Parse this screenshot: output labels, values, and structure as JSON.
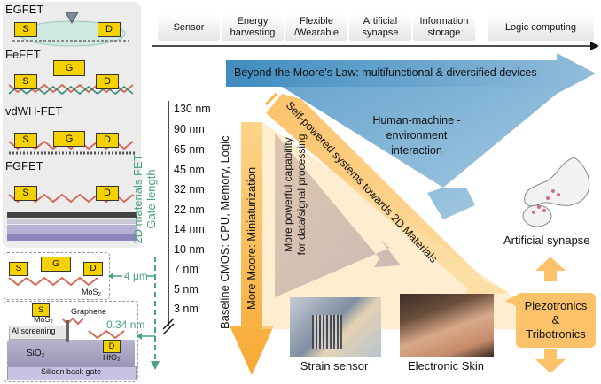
{
  "device_panel": {
    "devices": [
      "EGFET",
      "FeFET",
      "vdWH-FET",
      "FGFET"
    ],
    "terminals": {
      "source": "S",
      "drain": "D",
      "gate": "G"
    }
  },
  "cross_section": {
    "materials": {
      "mos2_top": "MoS₂",
      "mos2_mid": "MoS₂",
      "graphene": "Graphene",
      "al_screening": "Al screening",
      "sio2": "SiO₂",
      "hfo2": "HfO₂",
      "substrate": "Silicon back gate"
    },
    "scale_top": "4 μm",
    "scale_bottom": "0.34 nm"
  },
  "vertical_axis_label": {
    "line1": "2D materials FET",
    "line2": "Gate length"
  },
  "applications": [
    "Sensor",
    "Energy harvesting",
    "Flexible /Wearable",
    "Artificial synapse",
    "Information storage",
    "Logic computing"
  ],
  "node_sizes": [
    "130 nm",
    "90 nm",
    "65 nm",
    "45 nm",
    "32 nm",
    "22 nm",
    "14 nm",
    "10 nm",
    "7 nm",
    "5 nm",
    "3 nm"
  ],
  "baseline_label": "Baseline CMOS: CPU, Memory, Logic",
  "arrows": {
    "more_moore": "More Moore: Miniaturization",
    "beyond_moore": "Beyond the Moore’s Law: multifunctional & diversified devices",
    "human_machine": "Human-machine -environment interaction",
    "self_powered": "Self-powered systems towards 2D Materials",
    "more_powerful": "More powerful capability for data/signal processing"
  },
  "outputs": {
    "artificial_synapse": "Artificial synapse",
    "strain_sensor": "Strain sensor",
    "electronic_skin": "Electronic Skin",
    "piezotronics_line1": "Piezotronics",
    "piezotronics_amp": "&",
    "piezotronics_line2": "Tribotronics"
  },
  "colors": {
    "orange": "#fcb544",
    "orange_light": "#fdd486",
    "blue": "#5b9cc6",
    "blue_light": "#9fc3dc",
    "purple": "#9d96c6",
    "green": "#4aa27f",
    "gold": "#f5d100",
    "panel_gray": "#ececec"
  }
}
